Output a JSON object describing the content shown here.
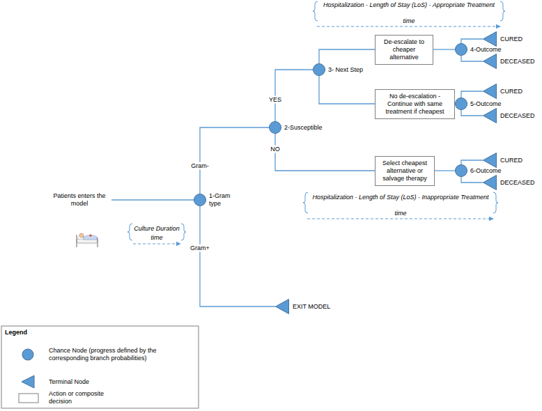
{
  "diagram": {
    "nodes": [
      {
        "text": [
          "Patients enters the model"
        ]
      },
      {
        "text": [
          "1-Gram type"
        ]
      },
      {
        "text": [
          "2-Susceptible"
        ]
      },
      {
        "text": [
          "3- Next Step"
        ]
      },
      {
        "text": [
          "De-escalate to cheaper alternative"
        ]
      },
      {
        "text": [
          "4-Outcome"
        ]
      },
      {
        "text": [
          "CURED"
        ]
      },
      {
        "text": [
          "DECEASED"
        ]
      },
      {
        "text": [
          "No de-escalation - Continue with same treatment if cheapest"
        ]
      },
      {
        "text": [
          "5-Outcome"
        ]
      },
      {
        "text": [
          "CURED"
        ]
      },
      {
        "text": [
          "DECEASED"
        ]
      },
      {
        "text": [
          "Select cheapest alternative or salvage therapy"
        ]
      },
      {
        "text": [
          "6-Outcome"
        ]
      },
      {
        "text": [
          "CURED"
        ]
      },
      {
        "text": [
          "DECEASED"
        ]
      },
      {
        "text": [
          "EXIT MODEL"
        ]
      }
    ],
    "edges": [
      {
        "from": 0,
        "to": 1,
        "arrow": "none"
      },
      {
        "from": 1,
        "to": 2,
        "label": "Gram-",
        "arrow": "none"
      },
      {
        "from": 1,
        "to": 16,
        "label": "Gram+",
        "arrow": "none"
      },
      {
        "from": 2,
        "to": 3,
        "label": "YES",
        "arrow": "none"
      },
      {
        "from": 2,
        "to": 12,
        "label": "NO",
        "arrow": "none"
      },
      {
        "from": 3,
        "to": 4,
        "arrow": "none"
      },
      {
        "from": 3,
        "to": 8,
        "arrow": "none"
      },
      {
        "from": 4,
        "to": 5,
        "arrow": "none"
      },
      {
        "from": 5,
        "to": 6,
        "arrow": "none"
      },
      {
        "from": 5,
        "to": 7,
        "arrow": "none"
      },
      {
        "from": 8,
        "to": 9,
        "arrow": "none"
      },
      {
        "from": 9,
        "to": 10,
        "arrow": "none"
      },
      {
        "from": 9,
        "to": 11,
        "arrow": "none"
      },
      {
        "from": 12,
        "to": 13,
        "arrow": "none"
      },
      {
        "from": 13,
        "to": 14,
        "arrow": "none"
      },
      {
        "from": 13,
        "to": 15,
        "arrow": "none"
      }
    ],
    "labels": [
      "Hospitalization - Length of Stay (LoS) - Appropriate Treatment",
      "time",
      "Hospitalization - Length of Stay (LoS) - Inappropriate Treatment",
      "time",
      "Culture Duration",
      "time",
      "Legend"
    ],
    "legend": [
      {
        "text": "Chance Node (progress defined by the corresponding branch probabilities)"
      },
      {
        "text": "Terminal Node"
      },
      {
        "text": "Action or composite decision"
      }
    ]
  }
}
